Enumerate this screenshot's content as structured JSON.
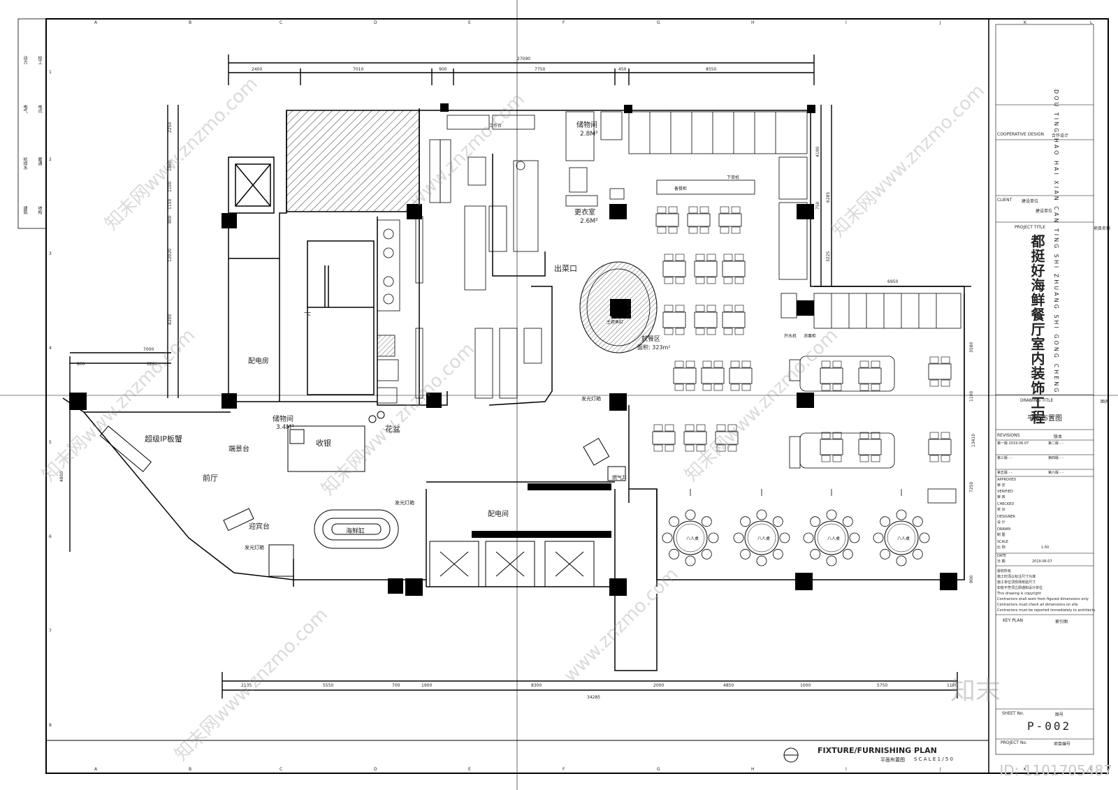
{
  "drawing_title_cn": "都挺好海鲜餐厅室内装饰工程",
  "drawing_title_pinyin": "DOU TING HAO HAI XIAN CAN TING SHI ZHUANG SHI GONG CHENG",
  "sheet_title_en": "FIXTURE/FURNISHING PLAN",
  "sheet_title_cn": "平面布置图",
  "scale_text": "S C A L E  1 / 5 0",
  "sheet_no": "P-002",
  "id_tag": "ID: 1101705487",
  "watermarks": [
    "www.znzmo.com",
    "知末网www.znzmo.com",
    "知末"
  ],
  "title_block": {
    "left_strip": [
      "动力",
      "校工",
      "电气",
      "电讯",
      "给排水",
      "暖通",
      "建筑",
      "结构"
    ],
    "cooperative_design": "COOPERATIVE DESIGN",
    "cooperative_design_cn": "合作设计",
    "client": "CLIENT",
    "client_cn_1": "建设单位",
    "client_cn_2": "建设单位",
    "project_title": "PROJECT TITLE",
    "project_title_cn": "项目名称",
    "drawing_title": "DRAWING TITLE",
    "drawing_title_cn": "图名",
    "drawing_name": "平面布置图",
    "revisions": "REVISIONS",
    "revisions_cn": "版本",
    "rev_rows": [
      "第一版  2019.06.07",
      "第二版  -  -",
      "第三版  -  -",
      "第四版  -  -",
      "第五版  -  -",
      "第六版  -  -"
    ],
    "approved": "APPROVED",
    "approved_cn": "审   定",
    "verified": "VERIFIED",
    "verified_cn": "审   核",
    "checked": "CHECKED",
    "checked_cn": "校   对",
    "designer": "DESIGNER",
    "designer_cn": "设   计",
    "drawn": "DRAWN",
    "drawn_cn": "制   图",
    "scale_label": "SCALE",
    "scale_cn": "比   例",
    "scale_val": "1:50",
    "date_label": "DATE",
    "date_cn": "日   期",
    "date_val": "2019.06.07",
    "notes": [
      "版权所有",
      "施工时须以标注尺寸为准",
      "施工单位须现场校验尺寸",
      "如有不符须立即通知设计单位",
      "This drawing is copyright",
      "Contractors shall work from figured dimensions only",
      "Contractors must check all dimensions on site",
      "Contractors must be reported immediately to architects"
    ],
    "key_plan": "KEY PLAN",
    "key_plan_cn": "索引图",
    "sheet_no_label": "SHEET No.",
    "sheet_no_cn": "图号",
    "project_no": "PROJECT No.",
    "project_no_cn": "项目编号"
  },
  "grid_cols": [
    "A",
    "B",
    "C",
    "D",
    "E",
    "F",
    "G",
    "H",
    "I",
    "J",
    "K",
    "L"
  ],
  "grid_rows": [
    "1",
    "2",
    "3",
    "4",
    "5",
    "6",
    "7",
    "8"
  ],
  "dims_top_total": "27090",
  "dims_top": [
    "2400",
    "7010",
    "900",
    "7750",
    "450",
    "8550"
  ],
  "dims_bottom_total": "34285",
  "dims_bottom": [
    "2135",
    "5550",
    "700",
    "1900",
    "8300",
    "2000",
    "4850",
    "1000",
    "5750",
    "1100"
  ],
  "dims_left": [
    "2250",
    "1880",
    "1100",
    "1150",
    "800",
    "12020",
    "8200",
    "4800"
  ],
  "dims_left_small": [
    "7000",
    "800",
    "6200"
  ],
  "dims_right": [
    "4190",
    "750",
    "6285",
    "3225",
    "6950",
    "3580",
    "1100",
    "13410",
    "7250",
    "900"
  ],
  "rooms": {
    "distribution_room": "配电房",
    "storage_2": "储物间",
    "storage_2_area": "2.8M²",
    "locker": "更衣室",
    "locker_area": "2.6M²",
    "serving": "出菜口",
    "dining": "就餐区",
    "dining_area": "面积: 323m²",
    "front_hall": "前厅",
    "storage_1": "储物间",
    "storage_1_area": "3.4M²",
    "cashier": "收银",
    "flower": "花盆",
    "scenery": "端景台",
    "ip_crab": "超级IP板蟹",
    "reception": "迎宾台",
    "lightbox_1": "发光灯箱",
    "lightbox_2": "发光灯箱",
    "lightbox_3": "发光灯箱",
    "switch_room": "配电间",
    "seafood_tank": "海鲜缸",
    "featured_tank": "主题鱼缸",
    "gas_well": "燃气井",
    "down": "下",
    "prep_table": "工作台",
    "cabinet": "备餐柜",
    "waiter": "下单机",
    "hot_water": "开水机",
    "disinfect": "消毒柜",
    "round_table": "八人桌"
  }
}
